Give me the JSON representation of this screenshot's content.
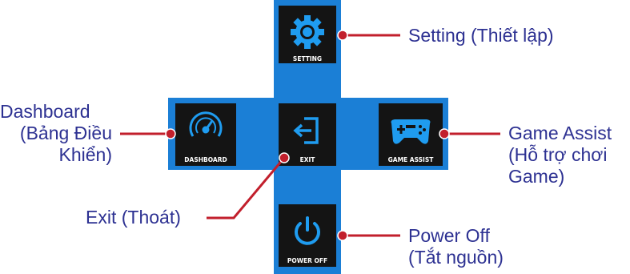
{
  "menu": {
    "buttons": {
      "setting": {
        "label": "SETTING",
        "icon": "gear-icon"
      },
      "dashboard": {
        "label": "DASHBOARD",
        "icon": "speedometer-icon"
      },
      "exit": {
        "label": "EXIT",
        "icon": "exit-icon"
      },
      "game_assist": {
        "label": "GAME ASSIST",
        "icon": "gamepad-icon"
      },
      "power_off": {
        "label": "POWER OFF",
        "icon": "power-icon"
      }
    }
  },
  "callouts": {
    "setting": [
      "Setting (Thiết lập)"
    ],
    "dashboard": [
      "Dashboard",
      "(Bảng Điều",
      "Khiển)"
    ],
    "game_assist": [
      "Game Assist",
      "(Hỗ trợ chơi",
      "Game)"
    ],
    "exit": [
      "Exit (Thoát)"
    ],
    "power_off": [
      "Power Off",
      "(Tắt nguồn)"
    ]
  },
  "colors": {
    "cross_blue": "#1b7fd6",
    "tile_dark": "#141414",
    "icon_blue": "#1f9cf0",
    "callout_text": "#2d3192",
    "leader_red": "#c21f2c"
  }
}
